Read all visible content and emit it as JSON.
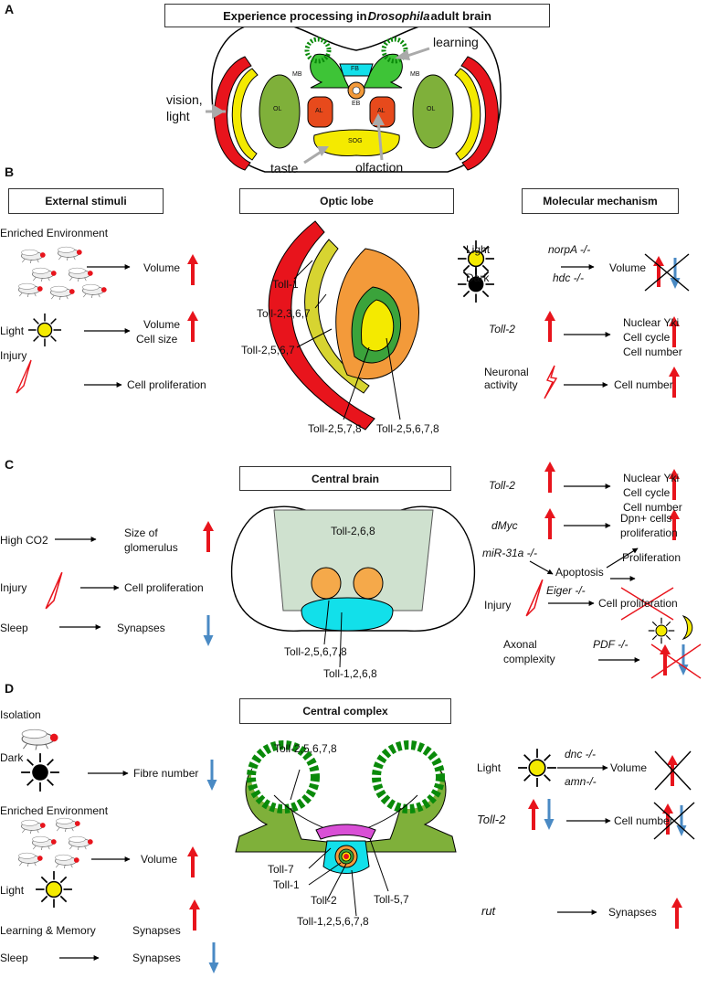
{
  "title": {
    "prefix": "Experience processing in ",
    "italic": "Drosophila",
    "suffix": " adult brain"
  },
  "panels": {
    "A": "A",
    "B": "B",
    "C": "C",
    "D": "D"
  },
  "brain_a": {
    "vision": "vision,",
    "light": "light",
    "learning": "learning",
    "taste": "taste",
    "olfaction": "olfaction",
    "mb_left": "MB",
    "mb_right": "MB",
    "fb": "FB",
    "eb": "EB",
    "ol_left": "OL",
    "ol_right": "OL",
    "al_left": "AL",
    "al_right": "AL",
    "sog": "SOG"
  },
  "headers": {
    "external": "External stimuli",
    "optic": "Optic lobe",
    "molecular": "Molecular mechanism",
    "central_brain": "Central brain",
    "central_complex": "Central complex"
  },
  "sectionB": {
    "ext": {
      "enriched": "Enriched Environment",
      "volume1": "Volume",
      "light": "Light",
      "volume2": "Volume",
      "cellsize": "Cell size",
      "injury": "Injury",
      "prolif": "Cell proliferation"
    },
    "optic": {
      "toll1": "Toll-1",
      "toll2367": "Toll-2,3,6,7",
      "toll2567": "Toll-2,5,6,7",
      "toll2578": "Toll-2,5,7,8",
      "toll25678": "Toll-2,5,6,7,8"
    },
    "mol": {
      "light": "Light",
      "dark": "Dark",
      "norpA": "norpA -/-",
      "hdc": "hdc -/-",
      "volume": "Volume",
      "toll2": "Toll-2",
      "yki": "Nuclear Yki",
      "cycle": "Cell cycle",
      "number": "Cell number",
      "neuronal": "Neuronal",
      "activity": "activity",
      "number2": "Cell number"
    }
  },
  "sectionC": {
    "ext": {
      "co2": "High CO2",
      "size": "Size of",
      "glom": "glomerulus",
      "injury": "Injury",
      "prolif": "Cell proliferation",
      "sleep": "Sleep",
      "synapses": "Synapses"
    },
    "brain": {
      "toll268": "Toll-2,6,8",
      "toll25678": "Toll-2,5,6,7,8",
      "toll1268": "Toll-1,2,6,8"
    },
    "mol": {
      "toll2": "Toll-2",
      "yki": "Nuclear Yki",
      "cycle": "Cell cycle",
      "number": "Cell number",
      "dmyc": "dMyc",
      "dpn": "Dpn+ cells",
      "prolif": "proliferation",
      "mir": "miR-31a -/-",
      "apoptosis": "Apoptosis",
      "proliferation": "Proliferation",
      "injury": "Injury",
      "eiger": "Eiger -/-",
      "cellprolif": "Cell proliferation",
      "axonal": "Axonal",
      "complexity": "complexity",
      "pdf": "PDF -/-"
    }
  },
  "sectionD": {
    "ext": {
      "isolation": "Isolation",
      "dark": "Dark",
      "fibre": "Fibre number",
      "enriched": "Enriched Environment",
      "light": "Light",
      "volume": "Volume",
      "learning": "Learning & Memory",
      "synapses1": "Synapses",
      "sleep": "Sleep",
      "synapses2": "Synapses"
    },
    "cx": {
      "toll25678": "Toll-2,5,6,7,8",
      "toll7": "Toll-7",
      "toll1": "Toll-1",
      "toll2": "Toll-2",
      "toll57": "Toll-5,7",
      "toll1256": "Toll-1,2,5,6,7,8"
    },
    "mol": {
      "light": "Light",
      "dnc": "dnc -/-",
      "amn": "amn-/-",
      "volume": "Volume",
      "toll2": "Toll-2",
      "number": "Cell number",
      "rut": "rut",
      "synapses": "Synapses"
    }
  },
  "colors": {
    "red": "#e8141c",
    "blue": "#4a8ac4",
    "green": "#7fb03a",
    "yellow": "#f4ea00",
    "orange": "#f39a3a",
    "cyan": "#12e0ea"
  }
}
